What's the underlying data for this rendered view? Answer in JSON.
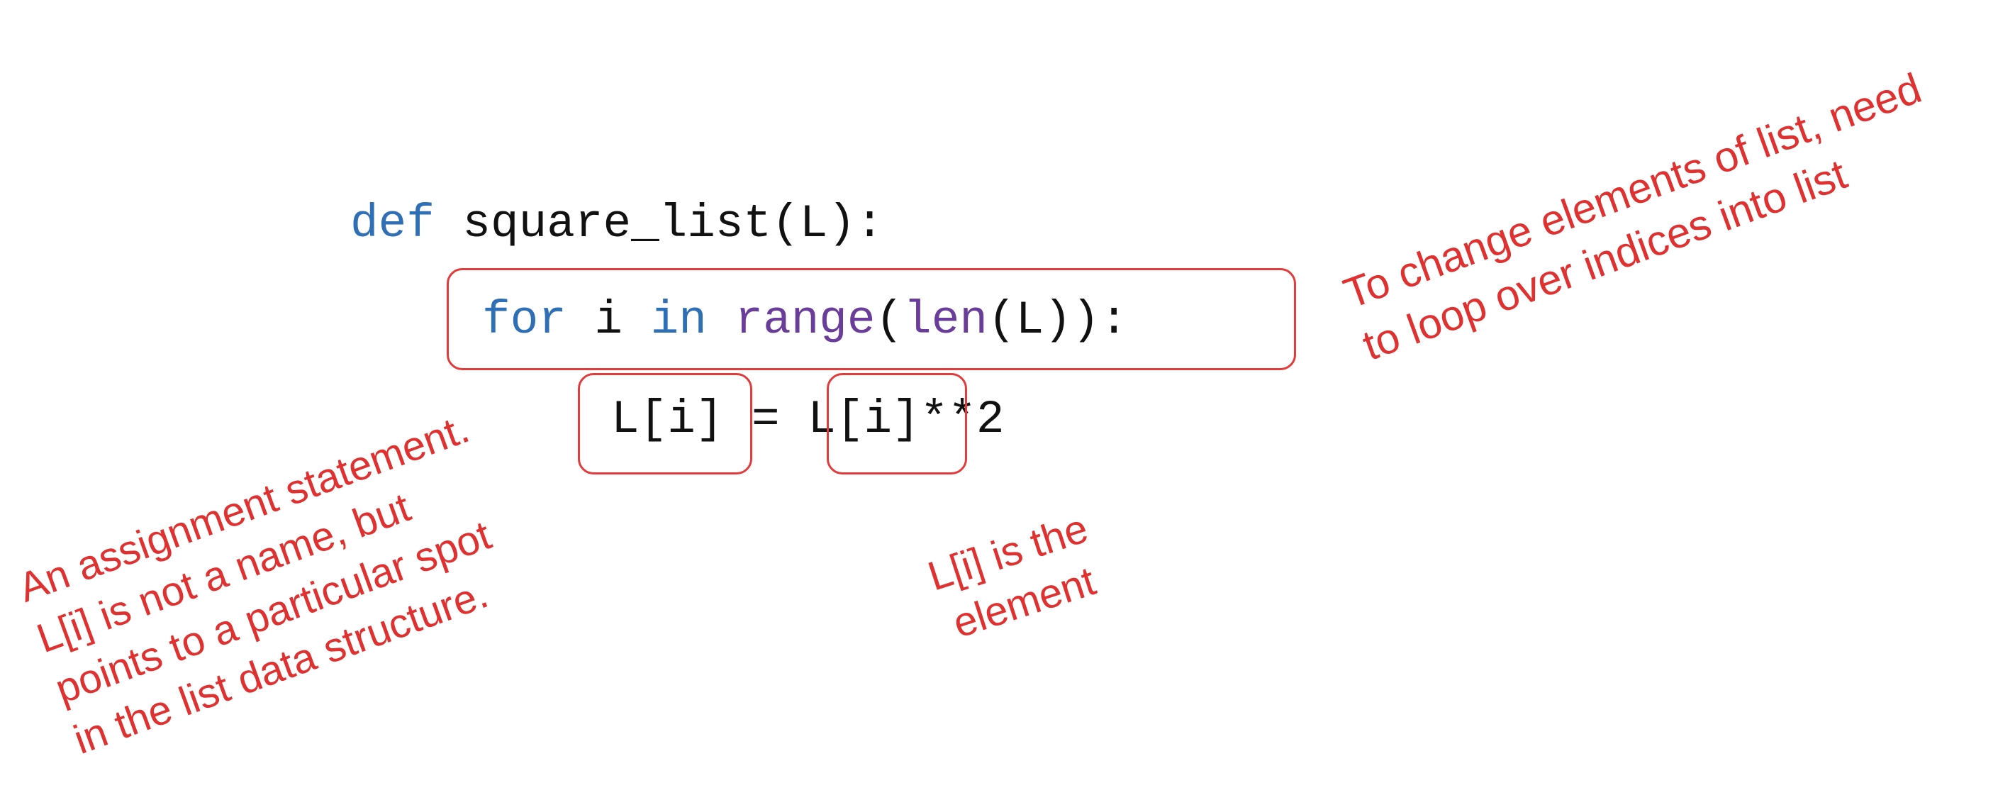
{
  "code": {
    "line1": {
      "kw_def": "def",
      "rest": " square_list(L):"
    },
    "line2": {
      "kw_for": "for",
      "sp1": " i ",
      "kw_in": "in",
      "sp2": " ",
      "fn_range": "range",
      "paren_open": "(",
      "fn_len": "len",
      "tail": "(L)):"
    },
    "line3": {
      "lhs": "L[i]",
      "op": " = ",
      "rhs": "L[i]",
      "tail": "**2"
    }
  },
  "annotations": {
    "right": "To change elements of list, need\nto loop over indices into list",
    "left": "An assignment statement.\nL[i] is not a name, but\npoints to a particular spot\nin the list data structure.",
    "middle": "L[i] is the\nelement"
  },
  "colors": {
    "keyword": "#2f6fb5",
    "builtin": "#6a3d9a",
    "annotation": "#e03131",
    "box_outline": "#e23b3b"
  }
}
